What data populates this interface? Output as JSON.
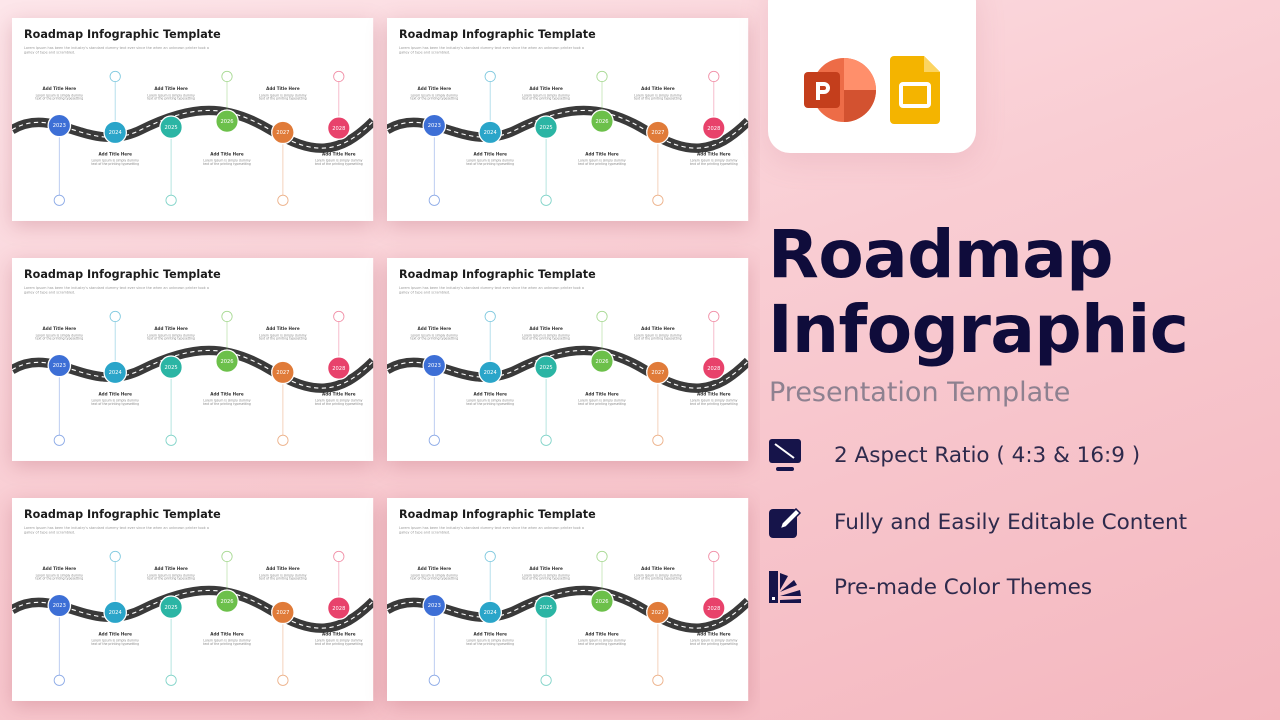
{
  "hero": {
    "title_line1": "Roadmap",
    "title_line2": "Infographic",
    "subtitle": "Presentation Template",
    "features": [
      {
        "icon": "monitor-resize-icon",
        "label": "2 Aspect Ratio ( 4:3 & 16:9 )"
      },
      {
        "icon": "edit-pencil-icon",
        "label": "Fully and Easily Editable Content"
      },
      {
        "icon": "color-swatch-icon",
        "label": "Pre-made Color Themes"
      }
    ],
    "app_icons": [
      "powerpoint-icon",
      "google-slides-icon"
    ]
  },
  "colors": {
    "accent": "#0f0c3b",
    "powerpoint": "#d04423",
    "slides": "#f4b400"
  },
  "slide_template": {
    "title": "Roadmap Infographic Template",
    "description": "Lorem Ipsum has been the industry's standard dummy text ever since the when an unknown printer took a galley of type and scrambled.",
    "milestone_title": "Add Title Here",
    "milestone_text": "Lorem Ipsum is simply dummy text of the printing typesetting",
    "years": [
      "2023",
      "2024",
      "2025",
      "2026",
      "2027",
      "2028"
    ],
    "year_colors": [
      "#3d6fd6",
      "#2aa5c9",
      "#2bb5a4",
      "#6cc04a",
      "#e07b39",
      "#e8426b"
    ]
  }
}
